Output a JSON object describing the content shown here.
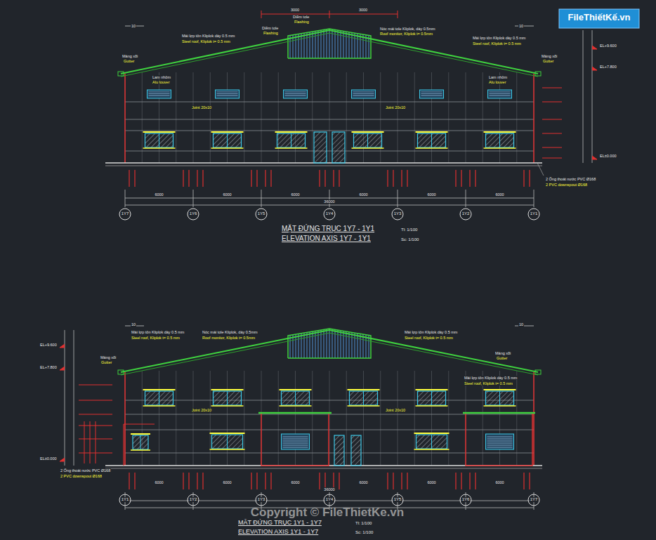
{
  "diagram": {
    "title": "MẶT ĐỨNG TRỤC 1Y7 - 1Y1",
    "labels": [
      "10",
      "10",
      "3000",
      "3000",
      "Diềm tole",
      "Flashing",
      "Diềm tole",
      "Flashing",
      "Mái lợp tôn Kliplok dày 0.5 mm",
      "Steel roof, Kliplok t= 0.5 mm",
      "Nóc mái tole Kliplok, dày 0.5mm",
      "Roof monitor, Kliplok t= 0.5mm",
      "Mái lợp tôn Kliplok dày 0.5 mm",
      "Steel roof, Kliplok t= 0.5 mm",
      "Máng xối",
      "Gutter",
      "Máng xối",
      "Gutter",
      "Lam nhôm",
      "Alu louver",
      "Lam nhôm",
      "Alu louver",
      "Joint 20x10",
      "Joint 20x10",
      "EL+9.600",
      "EL+7.800",
      "EL±0.000",
      "6000",
      "6000",
      "6000",
      "6000",
      "6000",
      "6000",
      "36000",
      "1Y7",
      "1Y6",
      "1Y5",
      "1Y4",
      "1Y3",
      "1Y2",
      "1Y1",
      "2 Ống thoát nước PVC Ø168",
      "2 PVC downspout Ø168",
      "ELEVATION AXIS 1Y7 - 1Y1",
      "Tl: 1/100",
      "Sc: 1/100",
      "10",
      "10",
      "Mái lợp tôn Kliplok dày 0.5 mm",
      "Steel roof, Kliplok t= 0.5 mm",
      "Nóc mái tole Kliplok, dày 0.5mm",
      "Roof monitor, Kliplok t= 0.5mm",
      "Mái lợp tôn Kliplok dày 0.5 mm",
      "Steel roof, Kliplok t= 0.5 mm",
      "Máng xối",
      "Gutter",
      "Máng xối",
      "Gutter",
      "Mái lợp tôn Kliplok dày 0.5 mm",
      "Steel roof, Kliplok t= 0.5 mm",
      "Joint 20x10",
      "Joint 20x10",
      "EL+9.600",
      "EL+7.800",
      "EL±0.000",
      "2 Ống thoát nước PVC Ø168",
      "2 PVC downspout Ø168",
      "6000",
      "6000",
      "6000",
      "6000",
      "6000",
      "6000",
      "36000",
      "1Y1",
      "1Y2",
      "1Y3",
      "1Y4",
      "1Y5",
      "1Y6",
      "1Y7",
      "Copyright © FileThietKe.vn",
      "MẶT ĐỨNG TRỤC 1Y1 - 1Y7",
      "Tl: 1/100",
      "ELEVATION AXIS 1Y1 - 1Y7",
      "Sc: 1/100",
      "FileThiếtKế.vn"
    ]
  }
}
